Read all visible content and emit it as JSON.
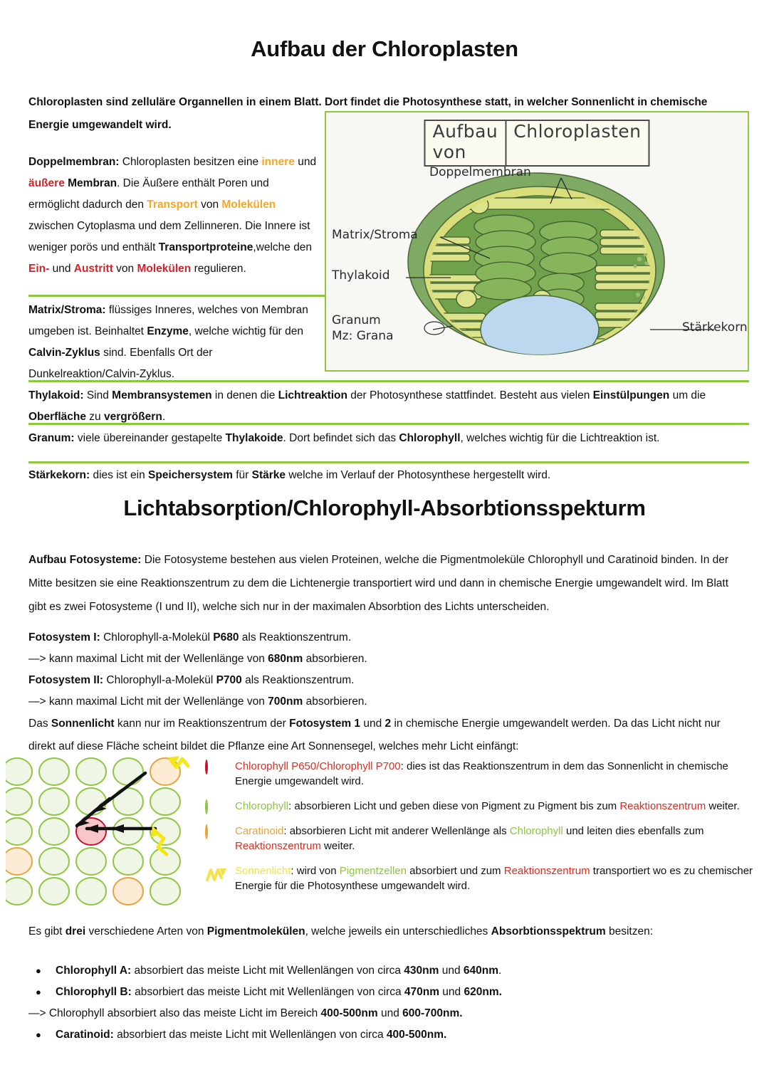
{
  "headings": {
    "title1": "Aufbau der Chloroplasten",
    "title2": "Lichtabsorption/Chlorophyll-Absorbtionsspekturm"
  },
  "intro": {
    "text": "Chloroplasten sind zelluläre Organnellen in einem Blatt. Dort findet die Photosynthese statt, in welcher Sonnenlicht in chemische Energie umgewandelt wird."
  },
  "sections": {
    "doppelmembran": {
      "term": "Doppelmembran:",
      "t1": " Chloroplasten besitzen eine ",
      "innere": "innere",
      "t2": " und ",
      "aeussere": "äußere",
      "membran": " Membran",
      "t3": ". Die Äußere enthält Poren und ermöglicht dadurch den ",
      "transport": "Transport",
      "t4": " von ",
      "molekuelen1": "Molekülen",
      "t5": " zwischen Cytoplasma und dem Zellinneren. Die Innere ist weniger porös und enthält ",
      "transportproteine": "Transportproteine",
      "t6": ",welche den ",
      "ein": "Ein-",
      "t7": " und ",
      "austritt": "Austritt",
      "t8": " von ",
      "molekuelen2": "Molekülen",
      "t9": " regulieren."
    },
    "matrix": {
      "term": "Matrix/Stroma:",
      "t1": " flüssiges Inneres, welches von Membran umgeben ist. Beinhaltet ",
      "enzyme": "Enzyme",
      "t2": ", welche wichtig für den ",
      "calvin": "Calvin-Zyklus",
      "t3": " sind. Ebenfalls Ort der Dunkelreaktion/Calvin-Zyklus."
    },
    "thylakoid": {
      "term": "Thylakoid:",
      "t1": " Sind ",
      "membransystemen": "Membransystemen",
      "t2": " in denen die ",
      "lichtreaktion": "Lichtreaktion",
      "t3": " der Photosynthese stattfindet. Besteht aus vielen ",
      "einstuelpungen": "Einstülpungen",
      "t4": " um die ",
      "oberflaeche": "Oberfläche",
      "t5": " zu ",
      "vergroessern": "vergrößern",
      "t6": "."
    },
    "granum": {
      "term": "Granum:",
      "t1": " viele übereinander gestapelte ",
      "thylakoide": "Thylakoide",
      "t2": ". Dort befindet sich das ",
      "chlorophyll": "Chlorophyll",
      "t3": ", welches wichtig für die Lichtreaktion ist."
    },
    "staerkekorn": {
      "term": "Stärkekorn:",
      "t1": " dies ist ein ",
      "speichersystem": "Speichersystem",
      "t2": " für ",
      "staerke": "Stärke",
      "t3": " welche im Verlauf der Photosynthese hergestellt wird."
    }
  },
  "figure": {
    "caption_left": "Aufbau von",
    "caption_right": "Chloroplasten",
    "labels": {
      "doppelmembran": "Doppelmembran",
      "matrix": "Matrix/Stroma",
      "thylakoid": "Thylakoid",
      "granum_line1": "Granum",
      "granum_line2": "Mz: Grana",
      "staerkekorn": "Stärkekorn"
    }
  },
  "photosystems": {
    "aufbau": {
      "term": "Aufbau Fotosysteme:",
      "text": " Die Fotosysteme bestehen aus vielen Proteinen, welche die Pigmentmoleküle Chlorophyll und Caratinoid binden. In der Mitte besitzen sie eine Reaktionszentrum zu dem die Lichtenergie transportiert wird und dann in chemische Energie umgewandelt wird. Im Blatt gibt es zwei Fotosysteme (I und II), welche sich nur in der maximalen Absorbtion des Lichts unterscheiden."
    },
    "fs1": {
      "term": "Fotosystem I:",
      "t1": " Chlorophyll-a-Molekül ",
      "p": "P680",
      "t2": " als Reaktionszentrum."
    },
    "fs1_arrow": {
      "t1": "—> kann maximal Licht mit der Wellenlänge von ",
      "nm": "680nm",
      "t2": " absorbieren."
    },
    "fs2": {
      "term": "Fotosystem II:",
      "t1": " Chlorophyll-a-Molekül ",
      "p": "P700",
      "t2": " als Reaktionszentrum."
    },
    "fs2_arrow": {
      "t1": "—> kann maximal Licht mit der Wellenlänge von ",
      "nm": "700nm",
      "t2": " absorbieren."
    },
    "sonne": {
      "t1": "Das ",
      "sonnenlicht": "Sonnenlicht",
      "t2": " kann nur im Reaktionszentrum der ",
      "fotosystem": "Fotosystem",
      "t3": " ",
      "n1": "1",
      "t4": " und ",
      "n2": "2",
      "t5": " in chemische Energie umgewandelt werden. Da das Licht nicht nur direkt auf diese Fläche scheint bildet die Pflanze eine Art Sonnensegel, welches mehr Licht einfängt:"
    }
  },
  "legend": [
    {
      "icon": "circle-red",
      "key": "Chlorophyll P650/Chlorophyll P700",
      "key_color": "#E02B20",
      "text": ": dies ist das Reaktionszentrum in dem das Sonnenlicht in chemische Energie umgewandelt wird."
    },
    {
      "icon": "circle-green",
      "key": "Chlorophyll",
      "key_color": "#8DC63F",
      "text_a": ": absorbieren Licht und geben diese von Pigment zu Pigment bis zum ",
      "hl": "Reaktionszentrum",
      "hl_color": "#E02B20",
      "text_b": " weiter."
    },
    {
      "icon": "circle-orange",
      "key": "Caratinoid",
      "key_color": "#E8A33D",
      "text_a": ": absorbieren Licht mit anderer Wellenlänge als ",
      "hl": "Chlorophyll",
      "hl_color": "#8DC63F",
      "text_b": " und leiten dies ebenfalls zum ",
      "hl2": "Reaktionszentrum",
      "hl2_color": "#E02B20",
      "text_c": " weiter."
    },
    {
      "icon": "zigzag-yellow",
      "key": "Sonnenlicht",
      "key_color": "#F2E34A",
      "text_a": ": wird von ",
      "hl": "Pigmentzellen",
      "hl_color": "#8DC63F",
      "text_b": " absorbiert und zum ",
      "hl2": "Reaktionszentrum",
      "hl2_color": "#E02B20",
      "text_c": " transportiert wo es zu chemischer Energie für die Photosynthese umgewandelt wird."
    }
  ],
  "pigment_grid": {
    "rows": 5,
    "cols": 5,
    "green_fill": "#EFF6E5",
    "green_stroke": "#8DC63F",
    "orange_fill": "#FDEBD6",
    "orange_stroke": "#E8A33D",
    "red_fill": "#F7C6C8",
    "red_stroke": "#C8102E",
    "orange_positions": [
      [
        0,
        4
      ],
      [
        3,
        0
      ],
      [
        4,
        3
      ]
    ],
    "red_positions": [
      [
        2,
        2
      ]
    ]
  },
  "closing": {
    "intro": {
      "t1": "Es gibt ",
      "drei": "drei",
      "t2": " verschiedene Arten von ",
      "pigment": "Pigmentmolekülen",
      "t3": ", welche jeweils ein unterschiedliches ",
      "abs": "Absorbtionsspektrum",
      "t4": " besitzen:"
    },
    "items": [
      {
        "type": "bullet",
        "term": "Chlorophyll A:",
        "t1": " absorbiert das meiste Licht mit Wellenlängen von circa ",
        "v1": "430nm",
        "t2": " und ",
        "v2": "640nm",
        "t3": "."
      },
      {
        "type": "bullet",
        "term": "Chlorophyll B:",
        "t1": " absorbiert das meiste Licht mit Wellenlängen von circa ",
        "v1": "470nm",
        "t2": " und ",
        "v2": "620nm.",
        "t3": ""
      },
      {
        "type": "arrow",
        "t1": "—> Chlorophyll absorbiert also das meiste Licht im Bereich ",
        "v1": "400-500nm",
        "t2": " und ",
        "v2": "600-700nm.",
        "t3": ""
      },
      {
        "type": "bullet",
        "term": "Caratinoid:",
        "t1": " absorbiert das meiste Licht mit Wellenlängen von circa ",
        "v1": "400-500nm.",
        "t2": "",
        "v2": "",
        "t3": ""
      }
    ]
  },
  "colors": {
    "green_rule": "#8DC63F",
    "red_accent": "#D8222A",
    "orange_accent": "#F5A623"
  }
}
